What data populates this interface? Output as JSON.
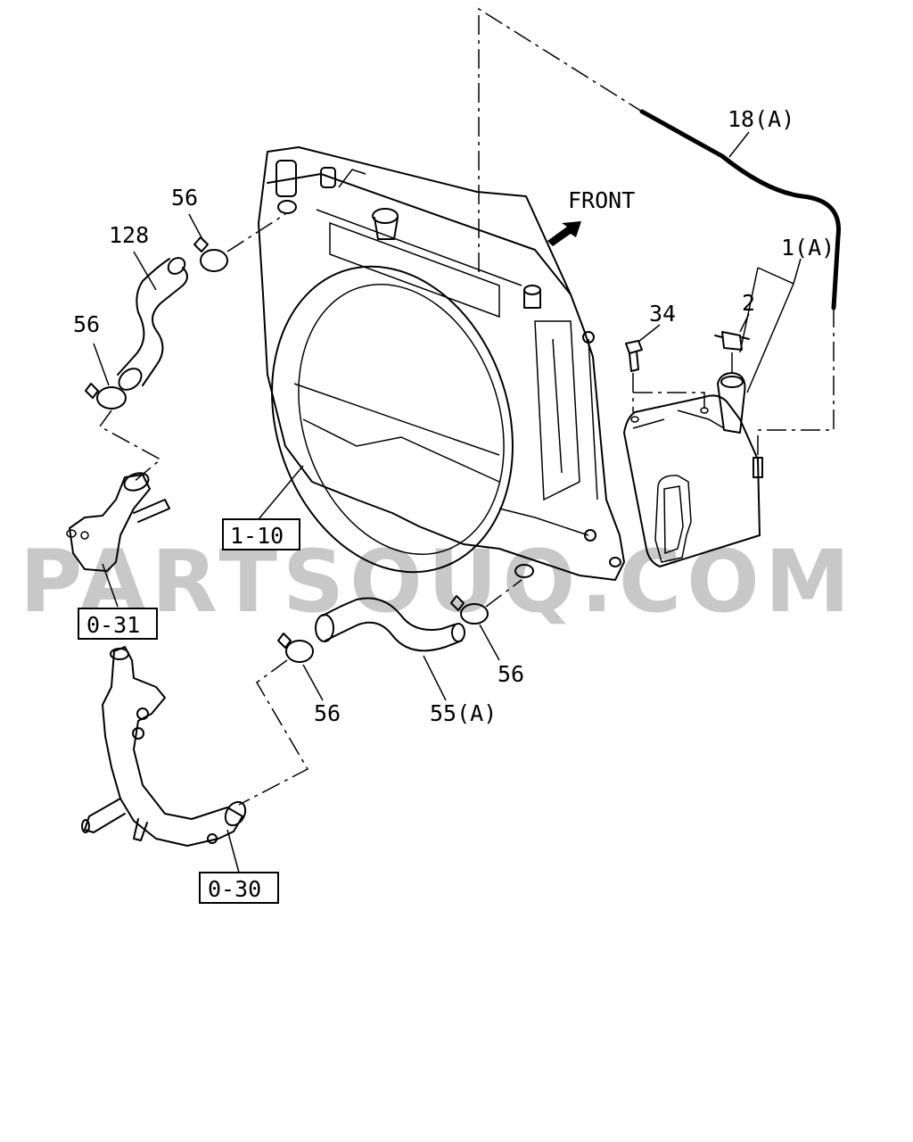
{
  "watermark": "PARTSOUQ.COM",
  "front_label": "FRONT",
  "callouts": {
    "hose_18a": "18(A)",
    "tank_1a": "1(A)",
    "cap_2": "2",
    "bolt_34": "34",
    "clamp_56_top": "56",
    "hose_128": "128",
    "clamp_56_left": "56",
    "clamp_56_lower_right": "56",
    "clamp_56_lower_left": "56",
    "hose_55a": "55(A)"
  },
  "ref_boxes": {
    "radiator": "1-10",
    "thermostat_housing": "0-31",
    "water_pipe": "0-30"
  }
}
